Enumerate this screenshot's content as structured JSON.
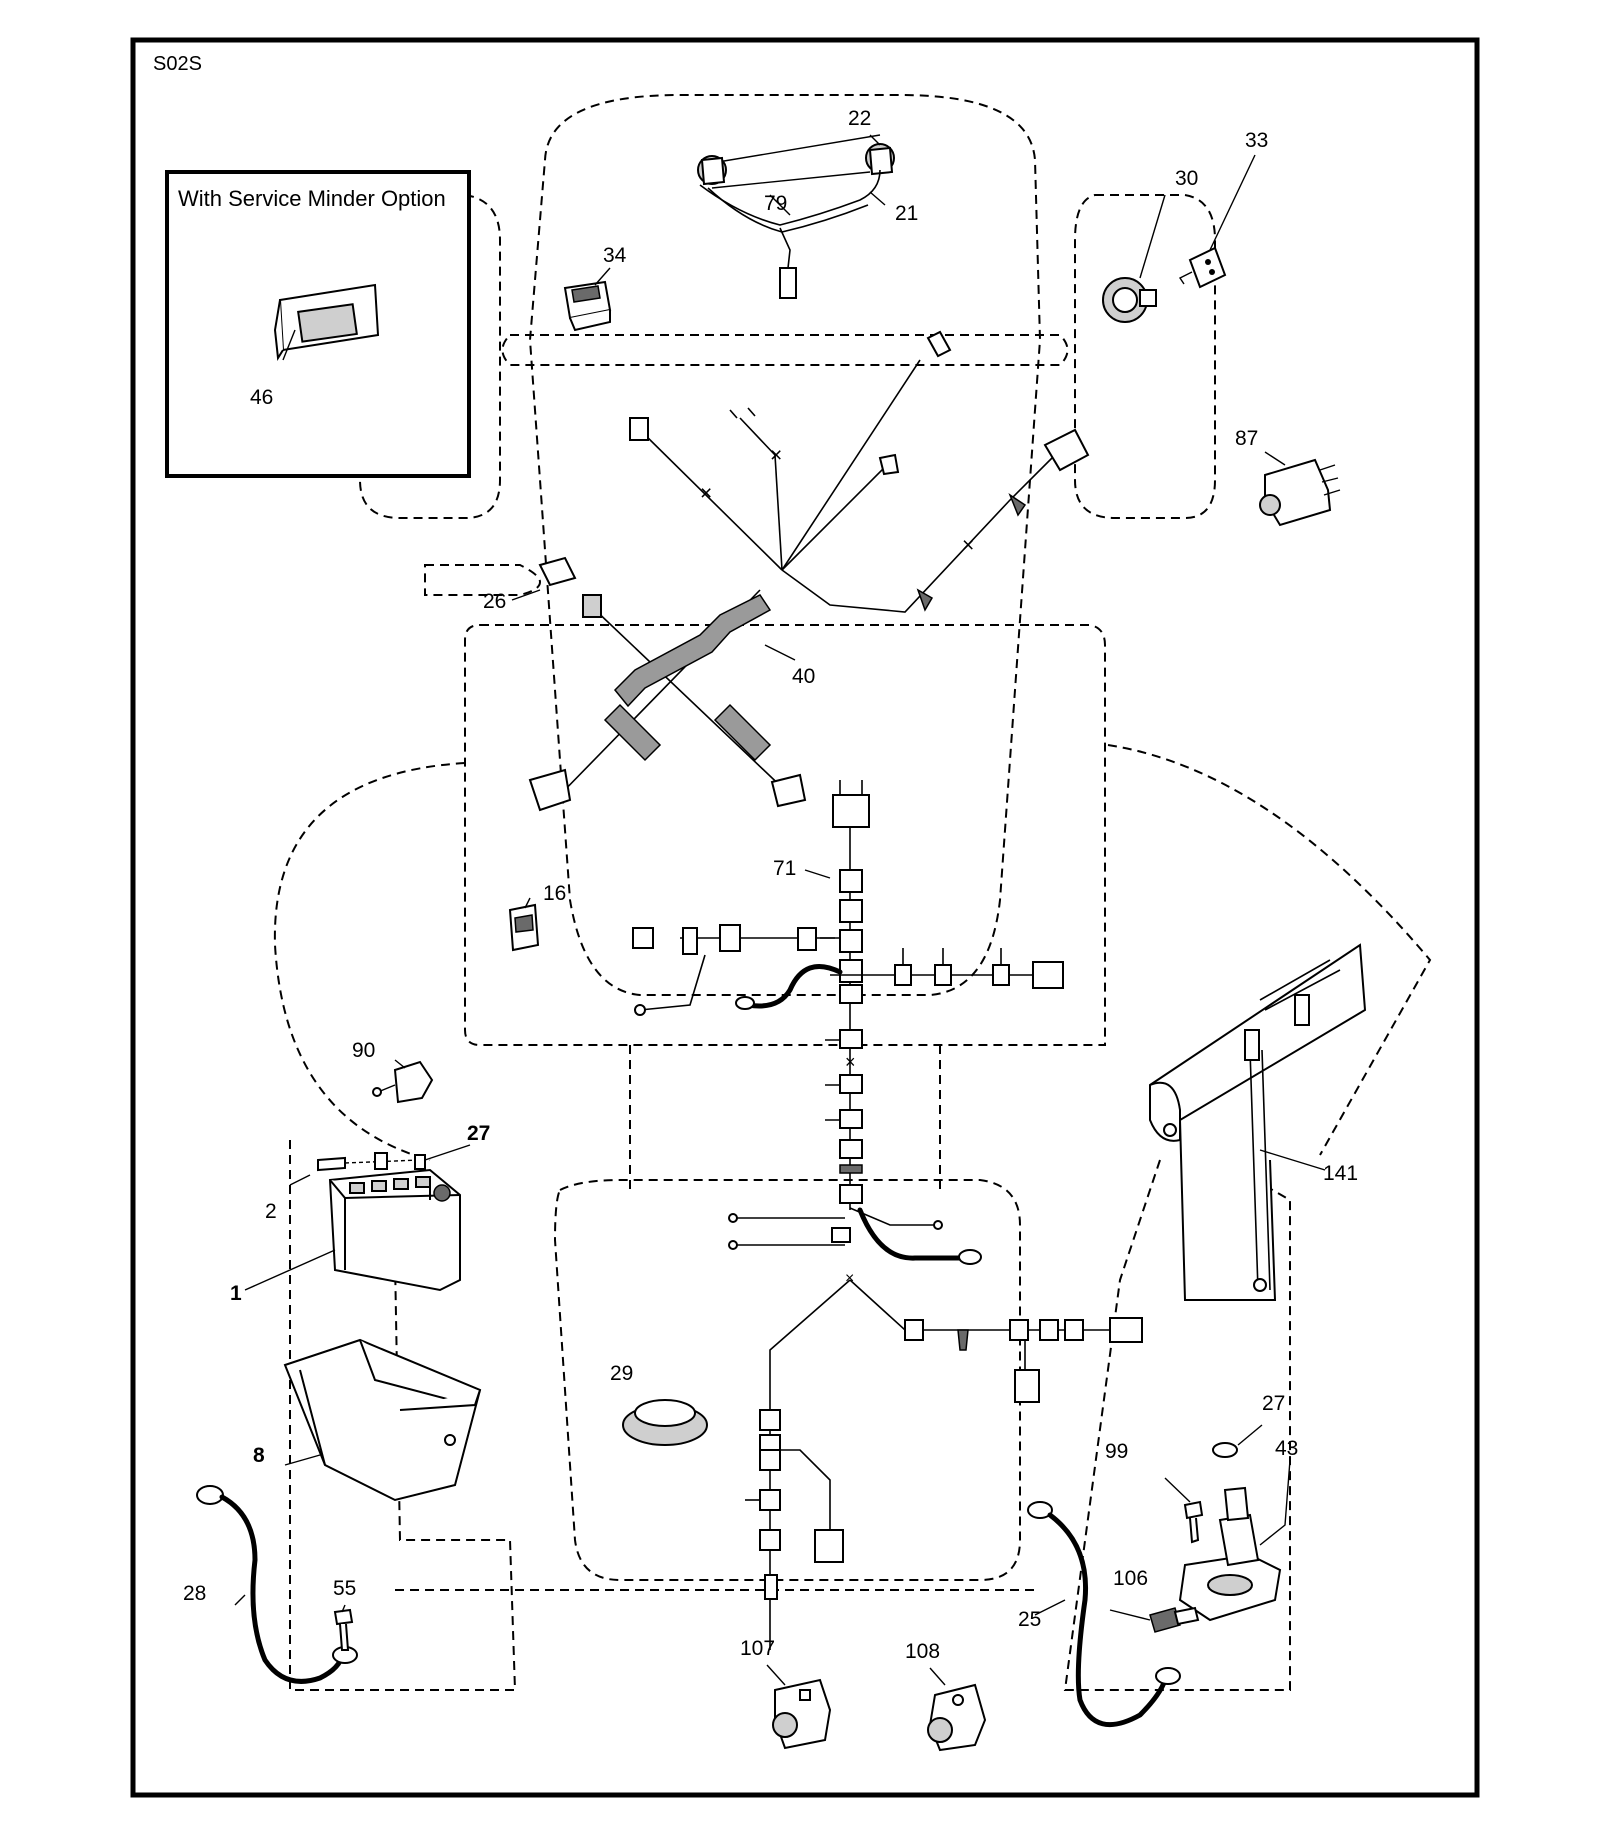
{
  "diagram": {
    "code": "S02S",
    "inset_title": "With Service Minder Option",
    "callouts": [
      {
        "id": "46",
        "text": "46",
        "bold": false
      },
      {
        "id": "22",
        "text": "22",
        "bold": false
      },
      {
        "id": "79",
        "text": "79",
        "bold": false
      },
      {
        "id": "21",
        "text": "21",
        "bold": false
      },
      {
        "id": "34",
        "text": "34",
        "bold": false
      },
      {
        "id": "30",
        "text": "30",
        "bold": false
      },
      {
        "id": "33",
        "text": "33",
        "bold": false
      },
      {
        "id": "87",
        "text": "87",
        "bold": false
      },
      {
        "id": "26",
        "text": "26",
        "bold": false
      },
      {
        "id": "40",
        "text": "40",
        "bold": false
      },
      {
        "id": "71",
        "text": "71",
        "bold": false
      },
      {
        "id": "16",
        "text": "16",
        "bold": false
      },
      {
        "id": "90",
        "text": "90",
        "bold": false
      },
      {
        "id": "27a",
        "text": "27",
        "bold": true
      },
      {
        "id": "2",
        "text": "2",
        "bold": false
      },
      {
        "id": "1",
        "text": "1",
        "bold": true
      },
      {
        "id": "8",
        "text": "8",
        "bold": true
      },
      {
        "id": "141",
        "text": "141",
        "bold": false
      },
      {
        "id": "29",
        "text": "29",
        "bold": false
      },
      {
        "id": "27b",
        "text": "27",
        "bold": false
      },
      {
        "id": "43",
        "text": "43",
        "bold": false
      },
      {
        "id": "99",
        "text": "99",
        "bold": false
      },
      {
        "id": "106",
        "text": "106",
        "bold": false
      },
      {
        "id": "25",
        "text": "25",
        "bold": false
      },
      {
        "id": "28",
        "text": "28",
        "bold": false
      },
      {
        "id": "55",
        "text": "55",
        "bold": false
      },
      {
        "id": "107",
        "text": "107",
        "bold": false
      },
      {
        "id": "108",
        "text": "108",
        "bold": false
      }
    ]
  }
}
